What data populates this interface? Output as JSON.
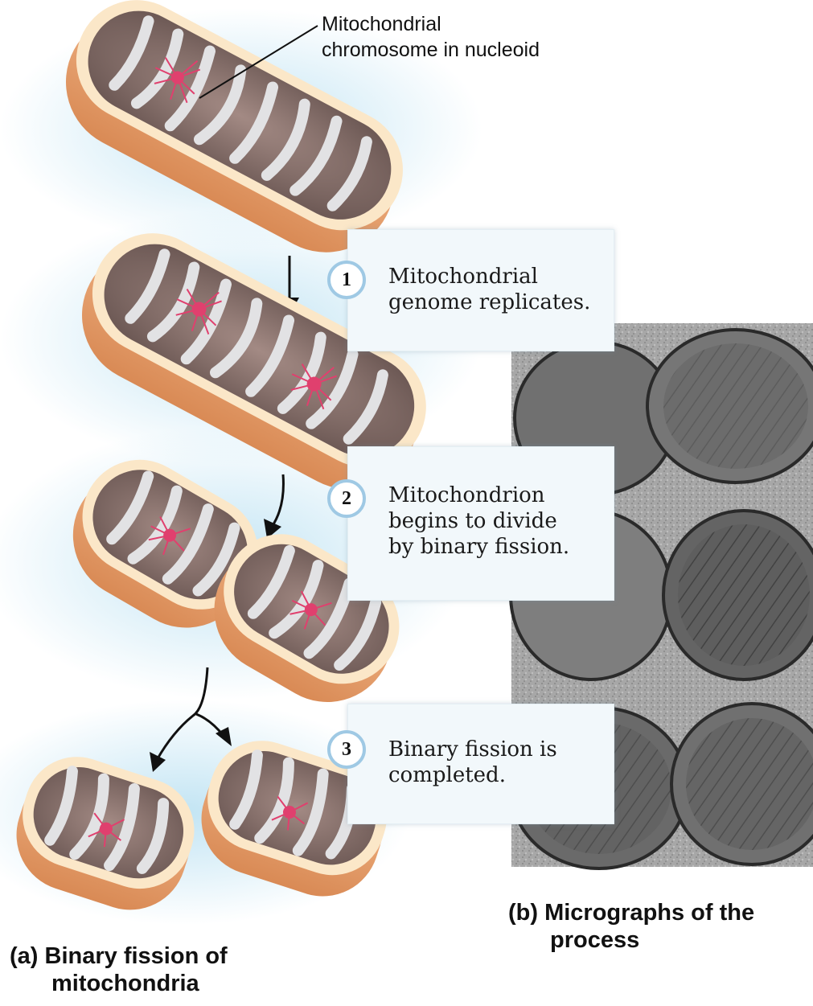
{
  "callout": {
    "line1": "Mitochondrial",
    "line2": "chromosome in nucleoid"
  },
  "steps": [
    {
      "number": "1",
      "line1": "Mitochondrial",
      "line2": "genome replicates.",
      "line3": ""
    },
    {
      "number": "2",
      "line1": "Mitochondrion",
      "line2": "begins to divide",
      "line3": "by binary fission."
    },
    {
      "number": "3",
      "line1": "Binary fission is",
      "line2": "completed.",
      "line3": ""
    }
  ],
  "captions": {
    "a": {
      "letter": "(a)",
      "line1": "Binary fission of",
      "line2": "mitochondria"
    },
    "b": {
      "letter": "(b)",
      "line1": "Micrographs of the",
      "line2": "process"
    }
  },
  "colors": {
    "membrane_outer": "#e6a06a",
    "membrane_rim": "#fbe7c8",
    "matrix": "#8c7570",
    "cristae": "#d9d9dc",
    "dna": "#e0406e",
    "glow": "#bfe3f3",
    "micrograph": "#9a9a9a",
    "step_ring": "#9fc9e4"
  }
}
